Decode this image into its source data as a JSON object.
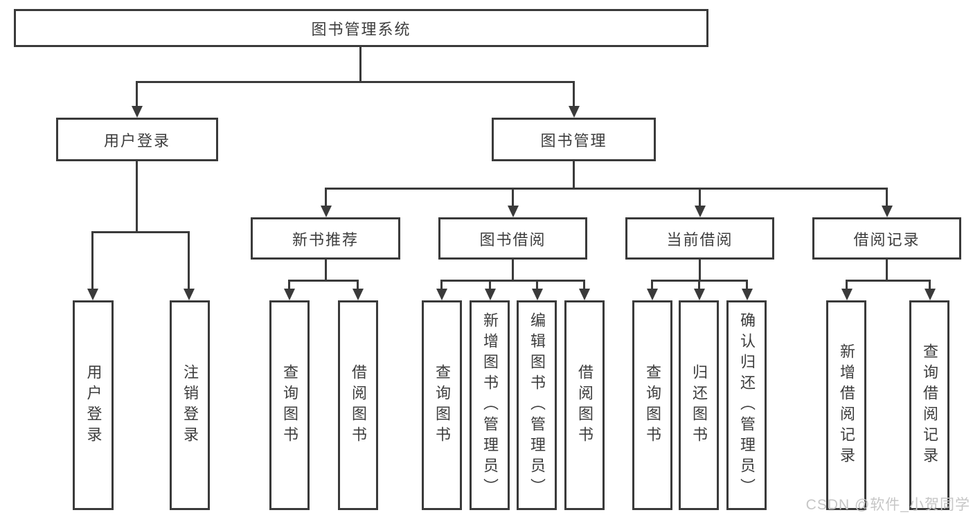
{
  "diagram": {
    "type": "tree",
    "nodes": {
      "root": "图书管理系统",
      "user_login": "用户登录",
      "book_management": "图书管理",
      "new_book_recommend": "新书推荐",
      "book_borrowing": "图书借阅",
      "current_borrowing": "当前借阅",
      "borrowing_records": "借阅记录",
      "user_login_leaf": "用户登录",
      "logout_leaf": "注销登录",
      "recommend_query_books": "查询图书",
      "recommend_borrow_books": "借阅图书",
      "borrowing_query_books": "查询图书",
      "borrowing_add_books": "新增图书（管理员）",
      "borrowing_edit_books": "编辑图书（管理员）",
      "borrowing_borrow_books": "借阅图书",
      "current_query_books": "查询图书",
      "current_return_books": "归还图书",
      "current_confirm_return": "确认归还（管理员）",
      "records_add_record": "新增借阅记录",
      "records_query_record": "查询借阅记录"
    },
    "edges": [
      [
        "root",
        "user_login"
      ],
      [
        "root",
        "book_management"
      ],
      [
        "user_login",
        "user_login_leaf"
      ],
      [
        "user_login",
        "logout_leaf"
      ],
      [
        "book_management",
        "new_book_recommend"
      ],
      [
        "book_management",
        "book_borrowing"
      ],
      [
        "book_management",
        "current_borrowing"
      ],
      [
        "book_management",
        "borrowing_records"
      ],
      [
        "new_book_recommend",
        "recommend_query_books"
      ],
      [
        "new_book_recommend",
        "recommend_borrow_books"
      ],
      [
        "book_borrowing",
        "borrowing_query_books"
      ],
      [
        "book_borrowing",
        "borrowing_add_books"
      ],
      [
        "book_borrowing",
        "borrowing_edit_books"
      ],
      [
        "book_borrowing",
        "borrowing_borrow_books"
      ],
      [
        "current_borrowing",
        "current_query_books"
      ],
      [
        "current_borrowing",
        "current_return_books"
      ],
      [
        "current_borrowing",
        "current_confirm_return"
      ],
      [
        "borrowing_records",
        "records_add_record"
      ],
      [
        "borrowing_records",
        "records_query_record"
      ]
    ],
    "colors": {
      "line": "#3a3a3a",
      "text": "#3d3d3d",
      "background": "#ffffff",
      "watermark": "#c6c6c6"
    }
  },
  "watermark": "CSDN @软件_小贺同学"
}
